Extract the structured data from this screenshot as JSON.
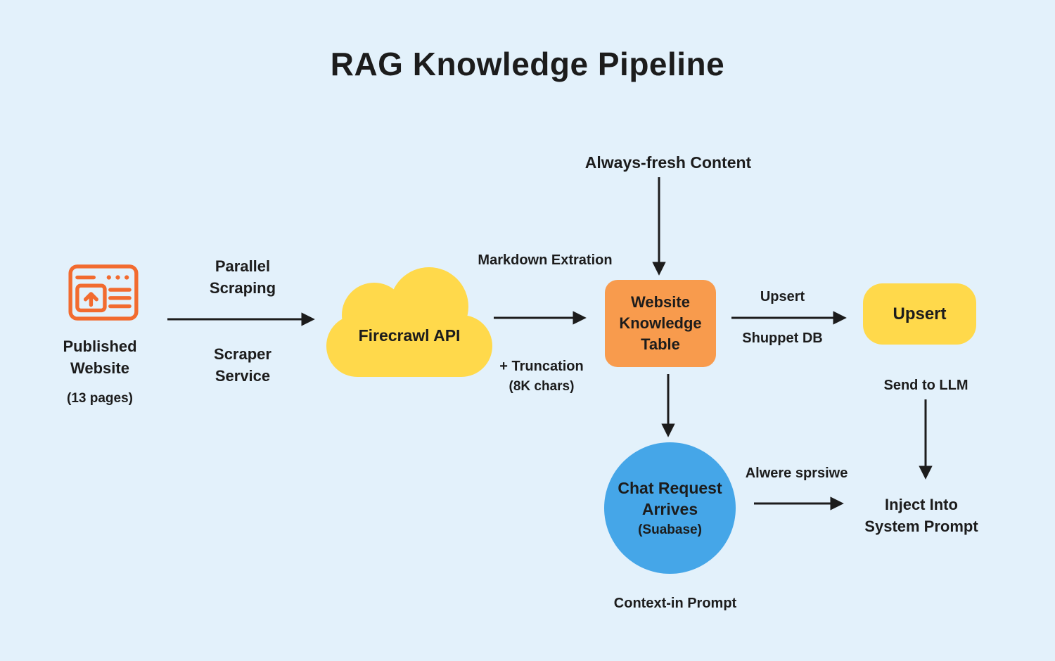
{
  "title": "RAG Knowledge Pipeline",
  "colors": {
    "background": "#E3F1FB",
    "yellow": "#FFD94B",
    "orange": "#F89B4D",
    "blue": "#45A6E8",
    "icon_orange": "#F26B2F",
    "text": "#1C1C1C"
  },
  "nodes": {
    "published_website": {
      "icon": "browser-upload-icon",
      "title": "Published Website",
      "subtitle": "(13 pages)"
    },
    "firecrawl": {
      "label": "Firecrawl API"
    },
    "knowledge_table": {
      "label": "Website Knowledge Table"
    },
    "upsert_box": {
      "label": "Upsert"
    },
    "chat_request": {
      "title": "Chat Request Arrives",
      "subtitle": "(Suabase)"
    }
  },
  "labels": {
    "parallel_scraping": "Parallel Scraping",
    "scraper_service": "Scraper Service",
    "markdown_extraction": "Markdown Extration",
    "truncation": "+ Truncation",
    "truncation_detail": "(8K chars)",
    "always_fresh": "Always-fresh Content",
    "upsert_arrow_top": "Upsert",
    "upsert_arrow_bottom": "Shuppet DB",
    "send_to_llm": "Send to LLM",
    "inject_into": "Inject Into System Prompt",
    "chat_arrow": "Alwere sprsiwe",
    "context_prompt": "Context-in Prompt"
  }
}
